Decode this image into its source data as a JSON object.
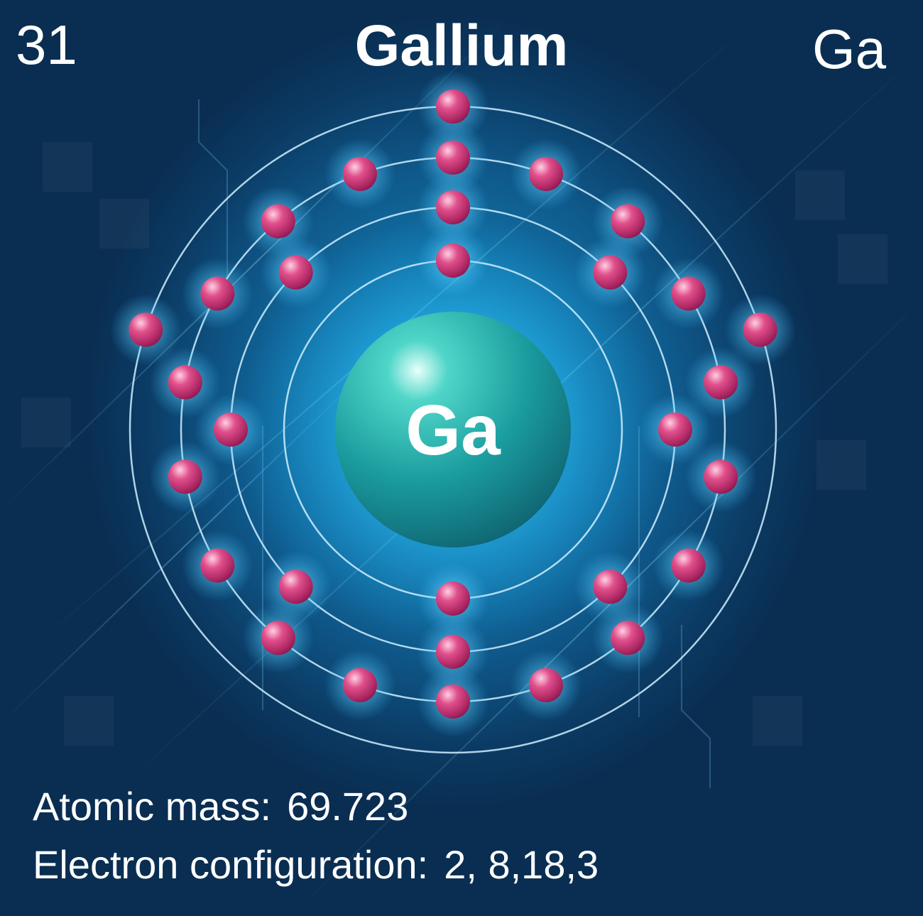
{
  "element": {
    "atomic_number": "31",
    "name": "Gallium",
    "symbol": "Ga",
    "nucleus_label": "Ga"
  },
  "properties": {
    "atomic_mass_label": "Atomic mass:",
    "atomic_mass_value": "69.723",
    "electron_config_label": "Electron configuration:",
    "electron_config_value": "2, 8,18,3"
  },
  "electron_shells": [
    2,
    8,
    18,
    3
  ],
  "colors": {
    "background": "#0b3a5e",
    "glow": "#1b9fd6",
    "nucleus": "#1a9c9e",
    "electron": "#c0306f",
    "orbit": "#cfefff",
    "text": "#ffffff"
  }
}
